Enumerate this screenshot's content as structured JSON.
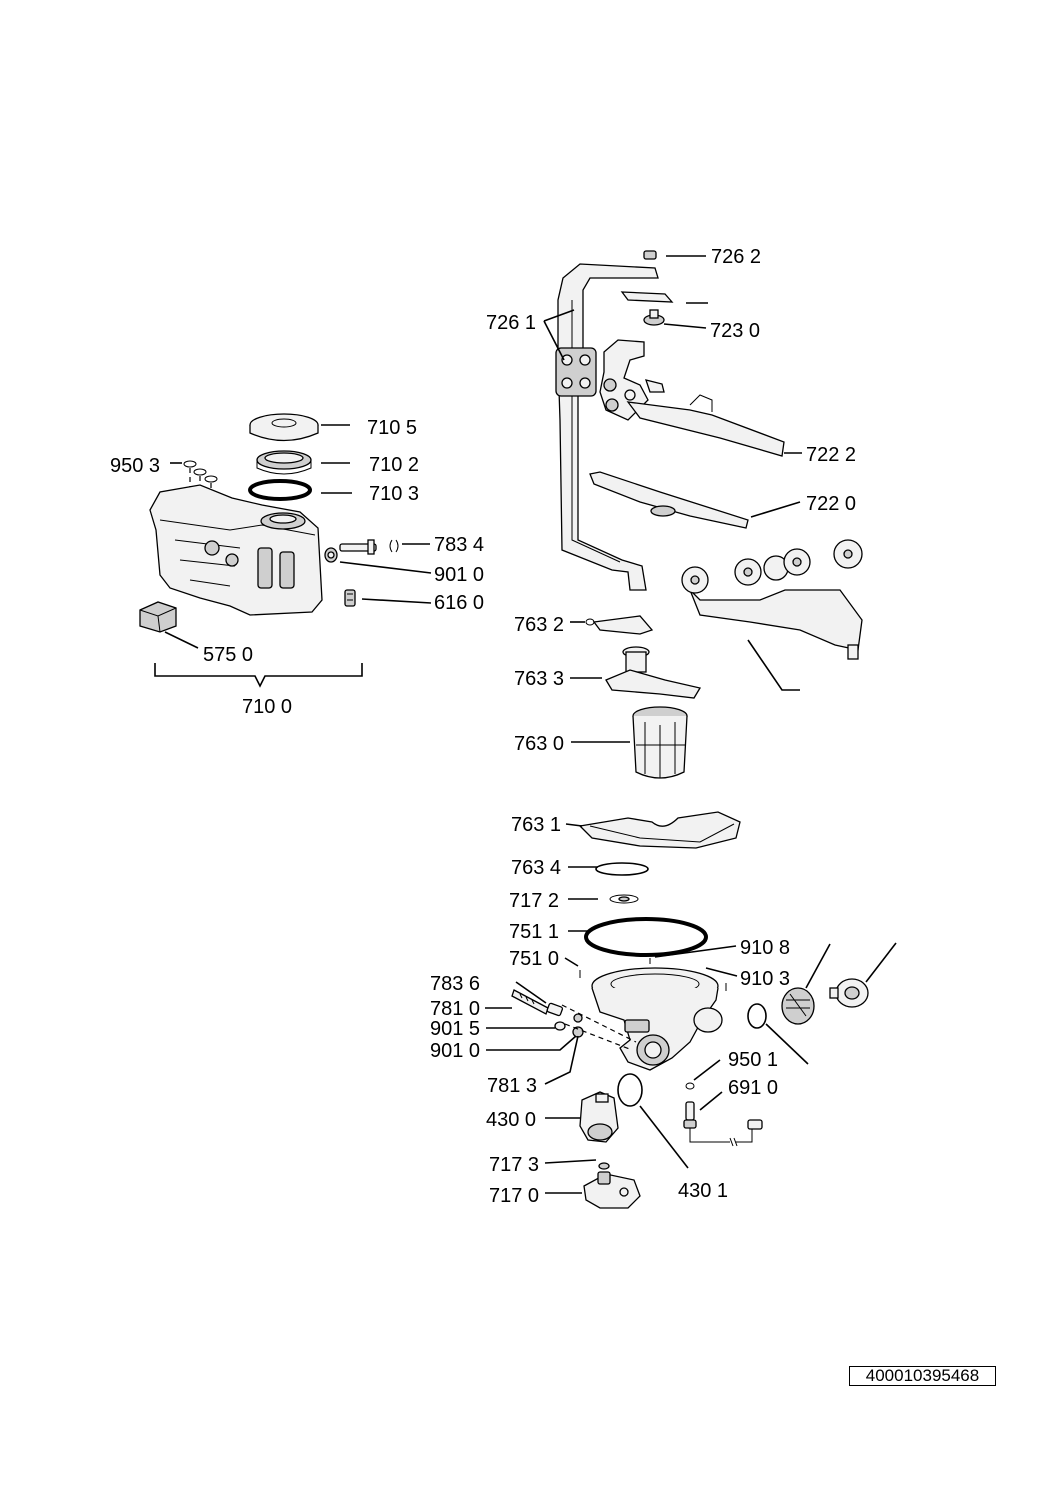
{
  "document_number": "400010395468",
  "callouts": {
    "c7262": "726 2",
    "c7261": "726 1",
    "c7230": "723 0",
    "c7105": "710 5",
    "c9503": "950 3",
    "c7102": "710 2",
    "c7103": "710 3",
    "c7222": "722 2",
    "c7220": "722 0",
    "c7834": "783 4",
    "c9010a": "901 0",
    "c6160": "616 0",
    "c5750": "575 0",
    "c7100": "710 0",
    "c7632": "763 2",
    "c7633": "763 3",
    "c7630": "763 0",
    "c7631": "763 1",
    "c7634": "763 4",
    "c7172": "717 2",
    "c7511": "751 1",
    "c9108": "910 8",
    "c7510": "751 0",
    "c9103": "910 3",
    "c7836": "783 6",
    "c7810": "781 0",
    "c9015": "901 5",
    "c9010b": "901 0",
    "c7813": "781 3",
    "c9501": "950 1",
    "c6910": "691 0",
    "c4300": "430 0",
    "c7173": "717 3",
    "c4301": "430 1",
    "c7170": "717 0"
  }
}
